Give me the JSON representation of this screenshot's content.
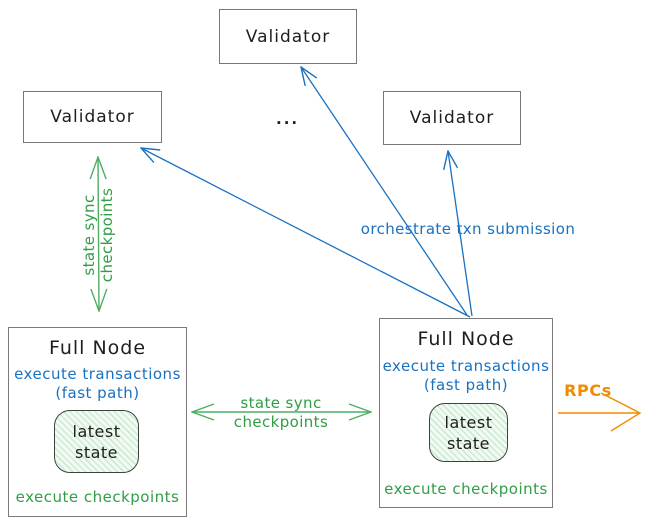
{
  "diagram": {
    "validators": {
      "top": "Validator",
      "left": "Validator",
      "right": "Validator",
      "ellipsis": "..."
    },
    "full_node_left": {
      "title": "Full Node",
      "blue_line1": "execute transactions",
      "blue_line2": "(fast path)",
      "state_line1": "latest",
      "state_line2": "state",
      "footer": "execute checkpoints"
    },
    "full_node_right": {
      "title": "Full Node",
      "blue_line1": "execute transactions",
      "blue_line2": "(fast path)",
      "state_line1": "latest",
      "state_line2": "state",
      "footer": "execute checkpoints"
    },
    "labels": {
      "state_sync_vertical_line1": "state sync",
      "state_sync_vertical_line2": "checkpoints",
      "state_sync_horizontal_line1": "state sync",
      "state_sync_horizontal_line2": "checkpoints",
      "orchestrate": "orchestrate txn submission",
      "rpcs": "RPCs"
    },
    "colors": {
      "blue": "#1971c2",
      "green": "#2f9e44",
      "green_arrow": "#4caf63",
      "orange": "#f08c00",
      "box_border": "#787878",
      "state_fill": "#f2faf3",
      "state_hatch": "#cdebd2",
      "text": "#1e1e1e"
    }
  }
}
